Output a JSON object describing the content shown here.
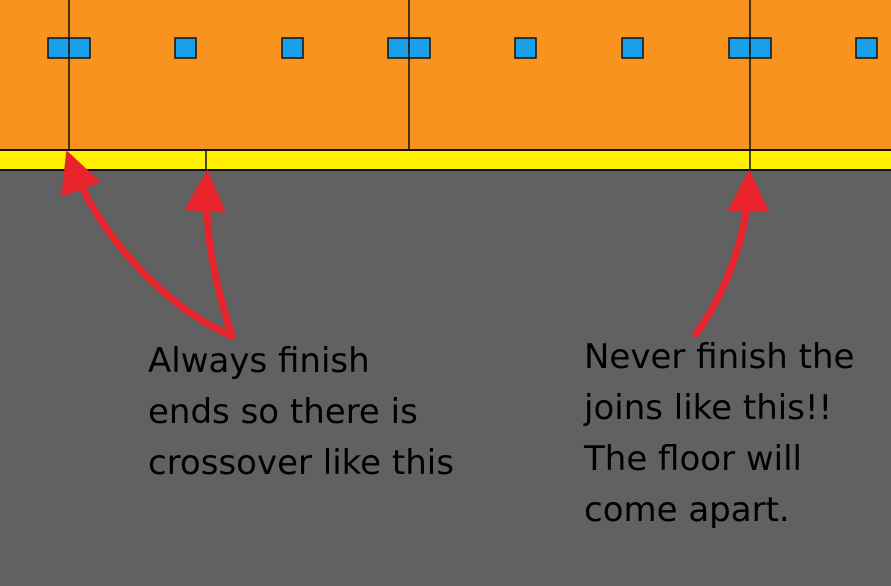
{
  "colors": {
    "boards": "#f7931e",
    "strip": "#ffef00",
    "subfloor": "#616161",
    "nail_squares": "#1aa0e8",
    "lines": "#111111",
    "arrows": "#e8232b",
    "text": "#000000"
  },
  "annotations": {
    "left": {
      "lines": [
        "Always finish",
        "ends so there is",
        "crossover like this"
      ]
    },
    "right": {
      "lines": [
        "Never finish the",
        "joins like this!!",
        "The floor will",
        "come apart."
      ]
    }
  }
}
